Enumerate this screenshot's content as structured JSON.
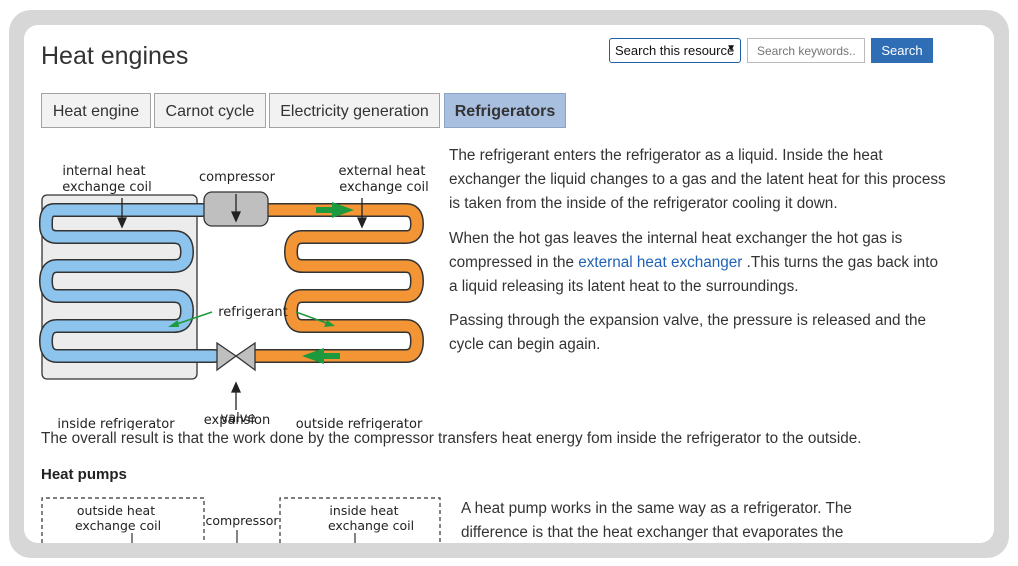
{
  "page": {
    "title": "Heat engines"
  },
  "search": {
    "select_label": "Search this resource",
    "placeholder": "Search keywords..",
    "button_label": "Search"
  },
  "tabs": [
    {
      "label": "Heat engine",
      "active": false
    },
    {
      "label": "Carnot cycle",
      "active": false
    },
    {
      "label": "Electricity generation",
      "active": false
    },
    {
      "label": "Refrigerators",
      "active": true
    }
  ],
  "diagram": {
    "internal_coil_line1": "internal heat",
    "internal_coil_line2": "exchange coil",
    "compressor": "compressor",
    "external_coil_line1": "external heat",
    "external_coil_line2": "exchange coil",
    "refrigerant": "refrigerant",
    "inside": "inside refrigerator",
    "valve_line1": "expansion",
    "valve_line2": "valve",
    "outside": "outside refrigerator",
    "colors": {
      "cold": "#8cc4ee",
      "hot": "#f39534",
      "arrow": "#1e9a3e"
    }
  },
  "content": {
    "p1": "The refrigerant enters the refrigerator as a liquid. Inside the heat exchanger the liquid changes to a gas and the latent heat for this process is taken from the inside of the refrigerator cooling it down.",
    "p2_before": "When the hot gas leaves the internal heat exchanger the hot gas is compressed in the ",
    "p2_link": "external heat exchanger",
    "p2_after": " .This turns the gas back into a liquid releasing its latent heat to the surroundings.",
    "p3": "Passing through the expansion valve, the pressure is released and the cycle can begin again.",
    "overall": "The overall result is that the work done by the compressor transfers heat energy fom inside the refrigerator to the outside."
  },
  "heat_pumps": {
    "heading": "Heat pumps",
    "outside_line1": "outside heat",
    "outside_line2": "exchange coil",
    "compressor": "compressor",
    "inside_line1": "inside heat",
    "inside_line2": "exchange coil",
    "text": "A heat pump works in the same way as a refrigerator. The difference is that the heat exchanger that evaporates the"
  }
}
